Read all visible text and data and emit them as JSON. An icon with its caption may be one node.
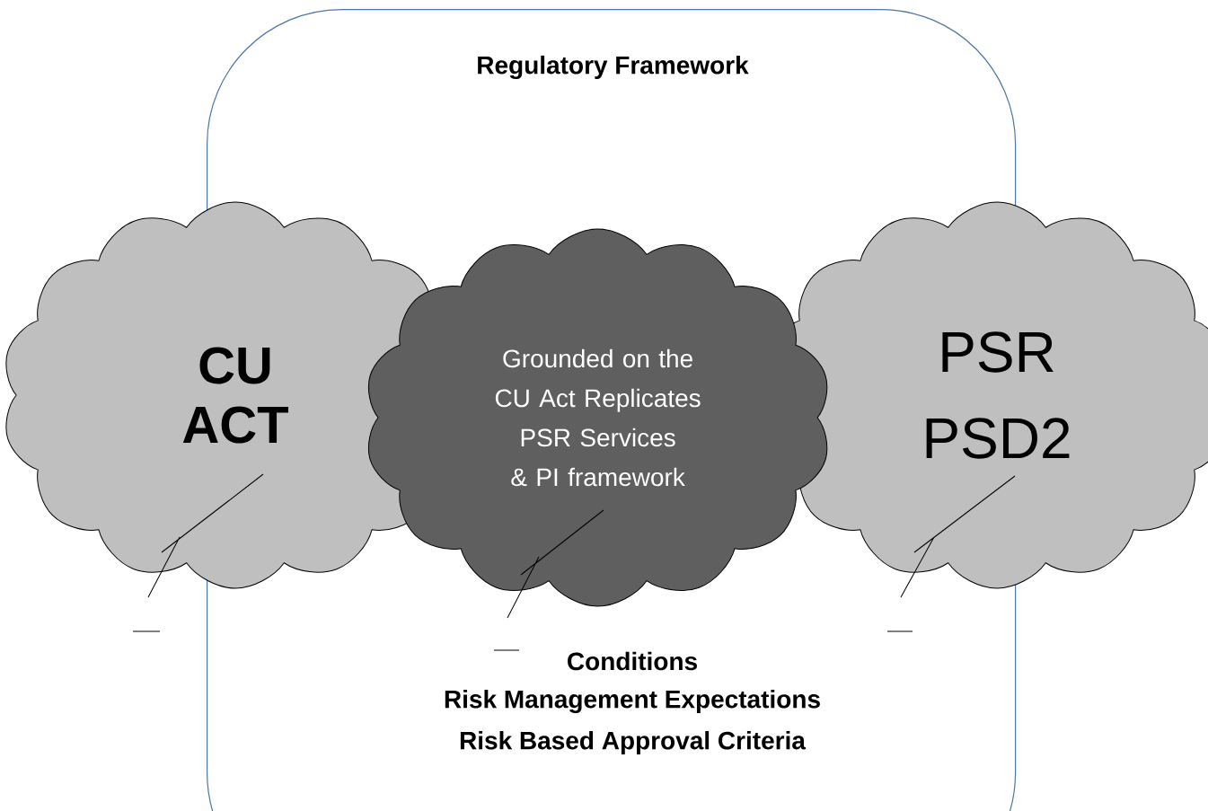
{
  "diagram": {
    "nodes": [
      {
        "text": [
          "Regulatory Framework",
          "Conditions",
          "Risk Management Expectations",
          "Risk Based Approval Criteria"
        ]
      },
      {
        "text": [
          "CU ACT"
        ]
      },
      {
        "text": [
          "Grounded on the CU Act Replicates PSR Services & PI framework"
        ],
        "in": 0
      },
      {
        "text": [
          "PSR PSD2"
        ]
      }
    ]
  }
}
